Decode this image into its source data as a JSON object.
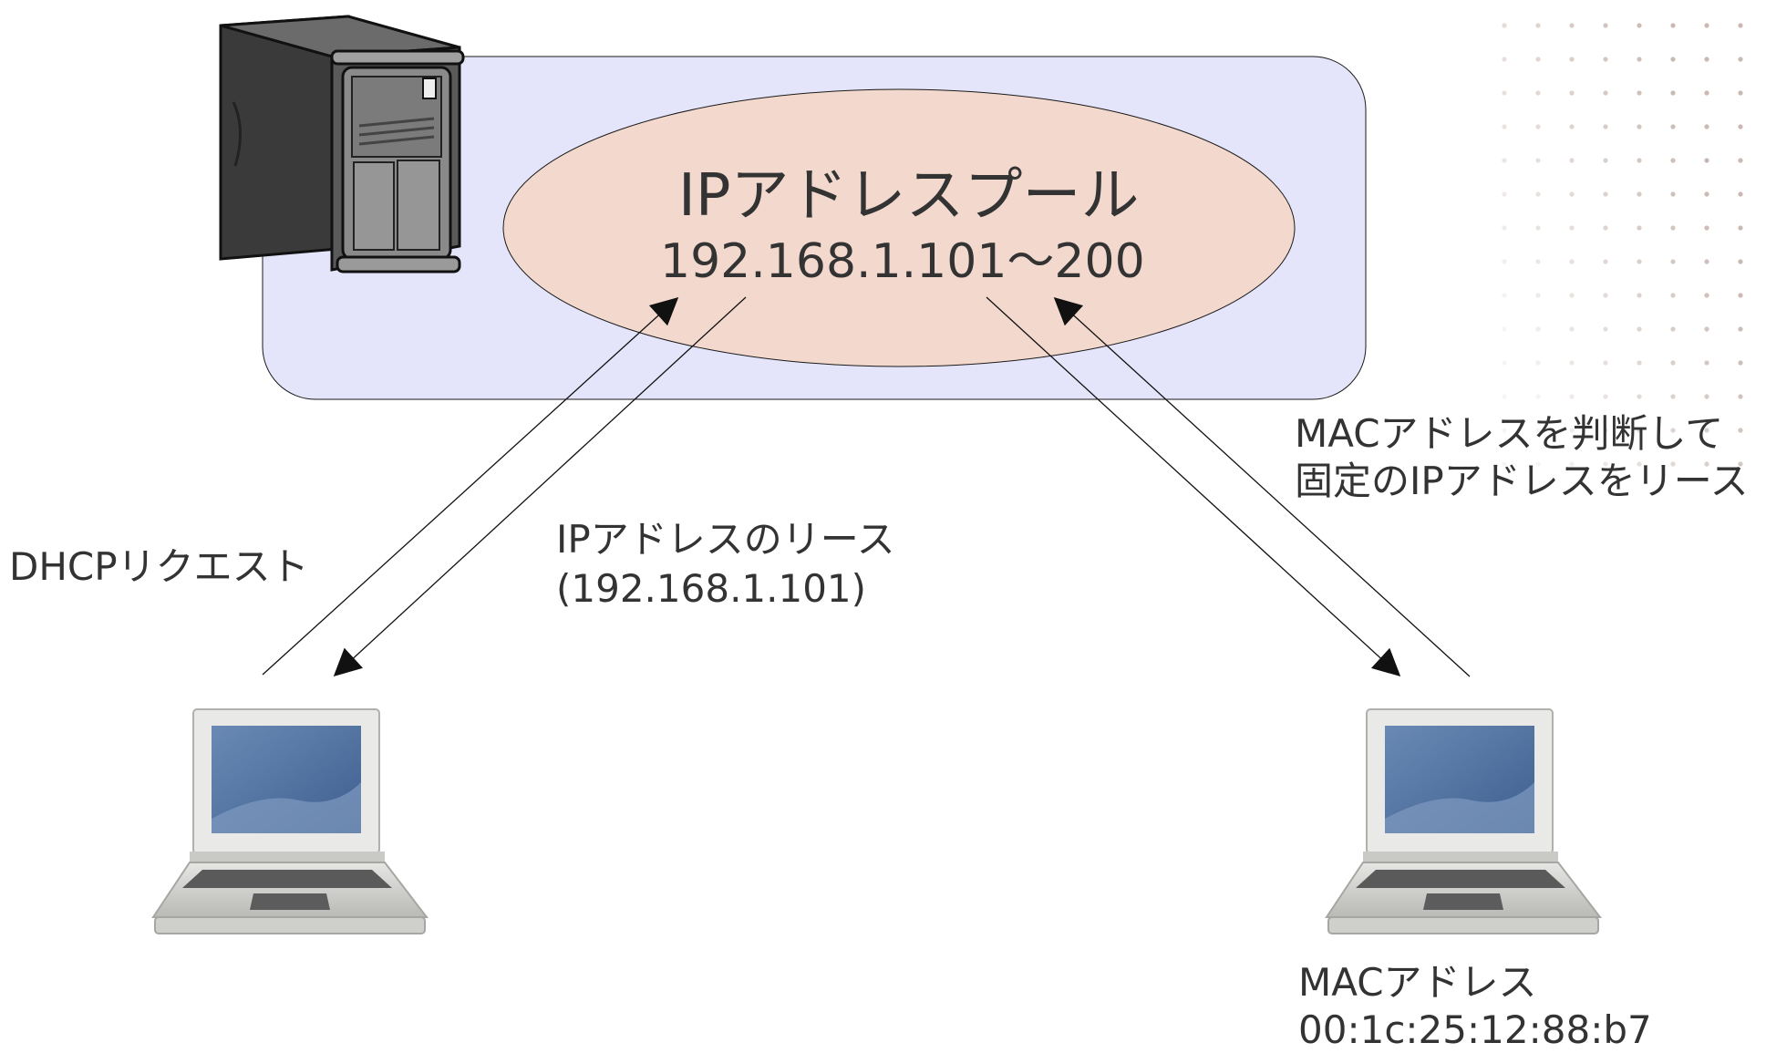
{
  "pool": {
    "title": "IPアドレスプール",
    "range": "192.168.1.101～200"
  },
  "labels": {
    "dhcp_request": "DHCPリクエスト",
    "lease_line1": "IPアドレスのリース",
    "lease_line2": "(192.168.1.101)",
    "mac_judge_line1": "MACアドレスを判断して",
    "mac_judge_line2": "固定のIPアドレスをリース",
    "client_mac_line1": "MACアドレス",
    "client_mac_line2": "00:1c:25:12:88:b7"
  },
  "colors": {
    "server_area": "#e4e4fb",
    "pool_ellipse": "#f3d9cd",
    "text": "#333333",
    "dot_pattern": "#c9b9b1"
  }
}
